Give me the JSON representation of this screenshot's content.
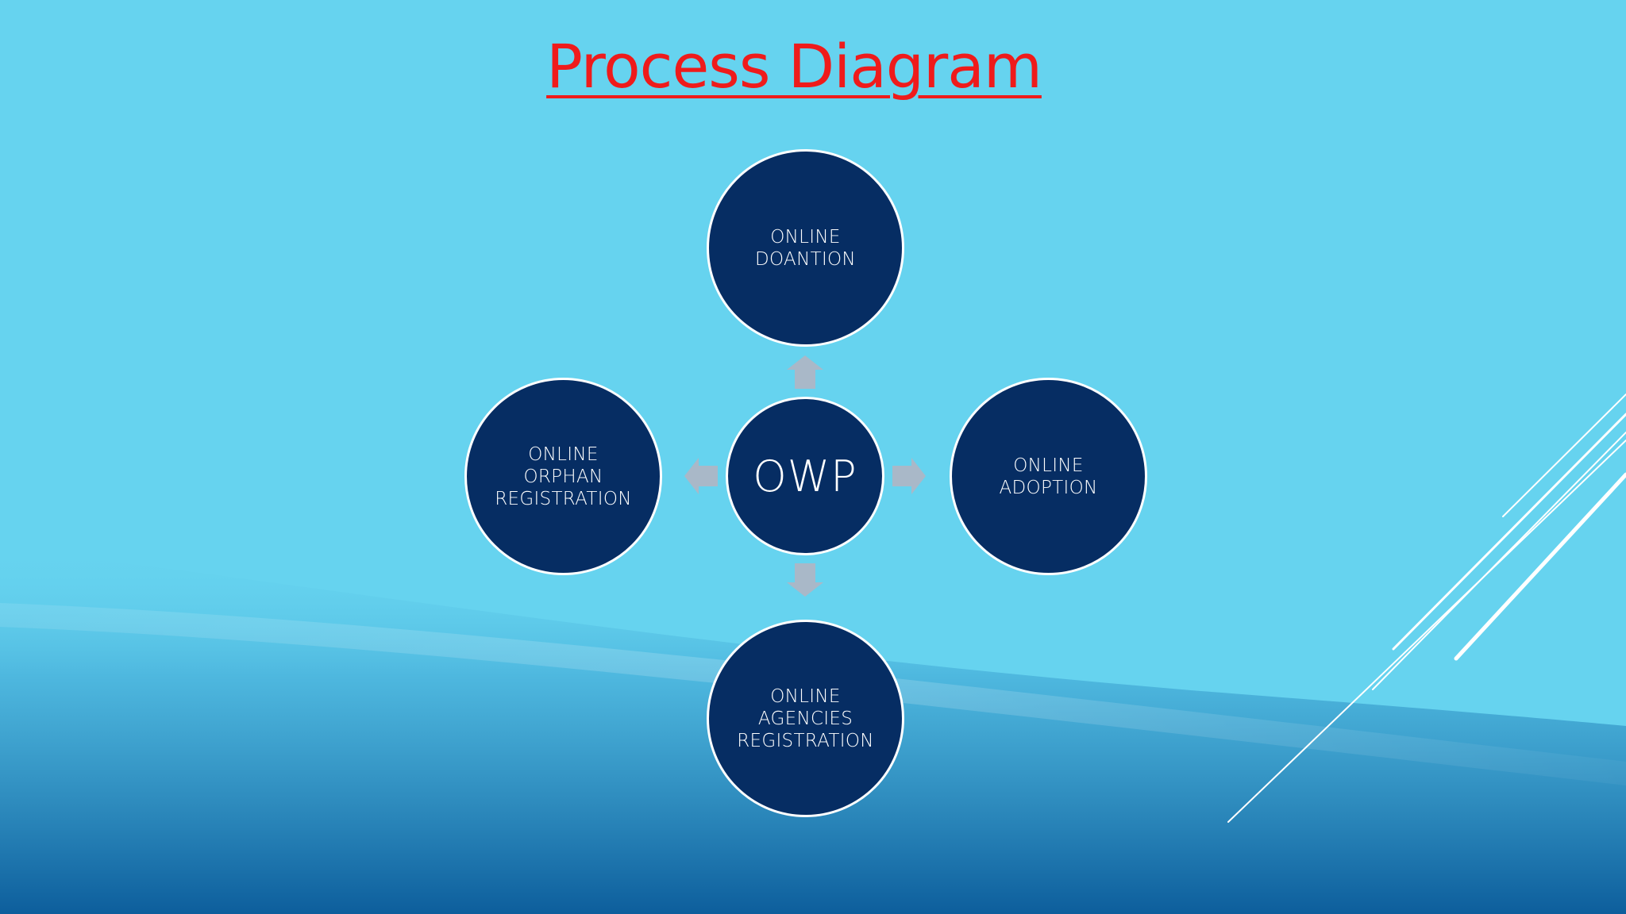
{
  "slide": {
    "title": "Process Diagram"
  },
  "diagram": {
    "hub": {
      "label": "OWP"
    },
    "nodes": [
      {
        "id": "online-donation",
        "position": "top",
        "lines": [
          "ONLINE",
          "DOANTION"
        ]
      },
      {
        "id": "online-adoption",
        "position": "right",
        "lines": [
          "ONLINE",
          "ADOPTION"
        ]
      },
      {
        "id": "online-agencies-registration",
        "position": "bottom",
        "lines": [
          "ONLINE",
          "AGENCIES",
          "REGISTRATION"
        ]
      },
      {
        "id": "online-orphan-registration",
        "position": "left",
        "lines": [
          "ONLINE",
          "ORPHAN",
          "REGISTRATION"
        ]
      }
    ],
    "edges": [
      {
        "from": "OWP",
        "to": "online-donation"
      },
      {
        "from": "OWP",
        "to": "online-adoption"
      },
      {
        "from": "OWP",
        "to": "online-agencies-registration"
      },
      {
        "from": "OWP",
        "to": "online-orphan-registration"
      }
    ]
  },
  "colors": {
    "title": "#ef1b1b",
    "node_fill": "#062d63",
    "node_border": "#ffffff",
    "arrow": "#a9b8c8",
    "background_top": "#66d3ef",
    "background_bottom": "#0d5e9c",
    "decor_lines": "#ffffff"
  }
}
